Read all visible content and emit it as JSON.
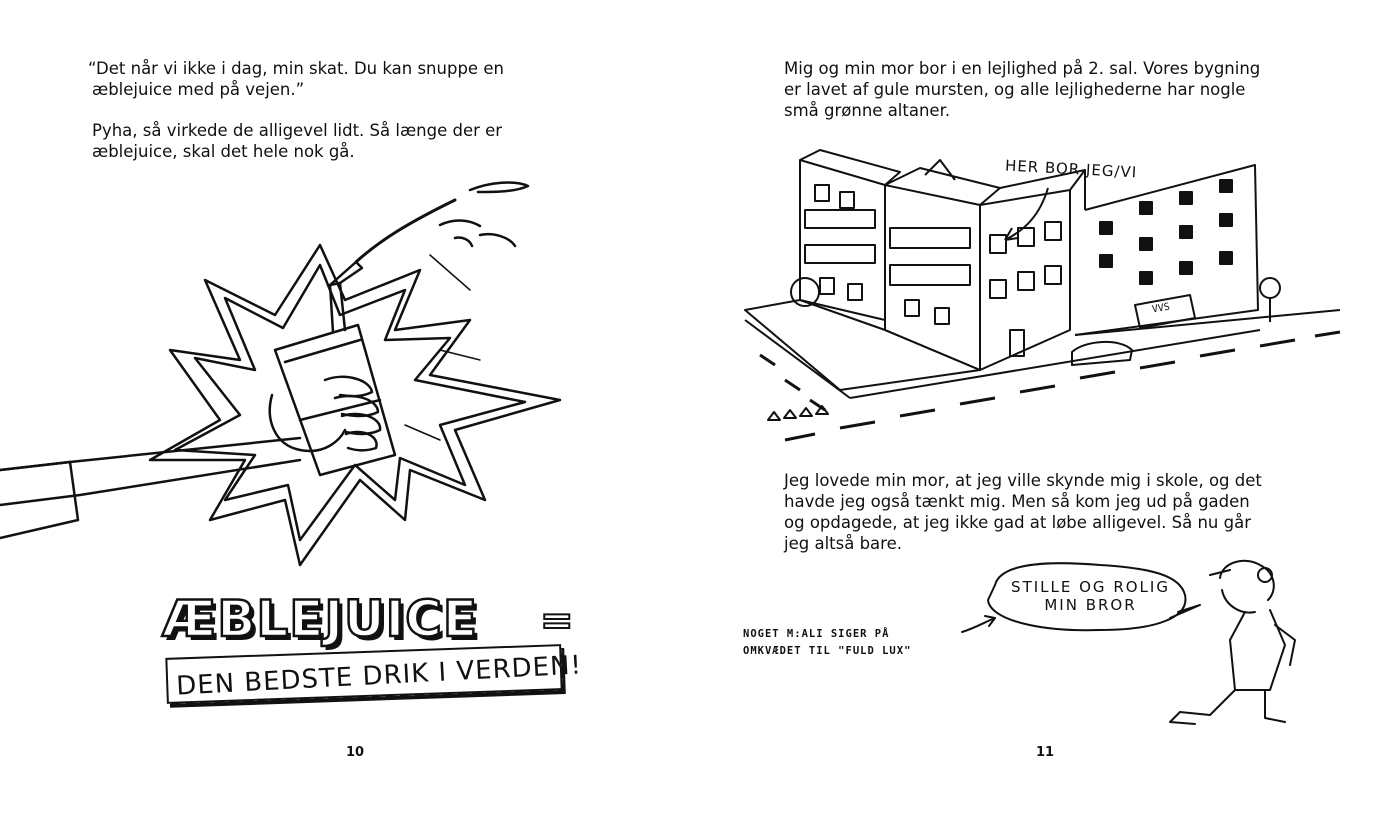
{
  "left_page": {
    "paragraph_1": [
      "“Det når vi ikke i dag, min skat. Du kan snuppe en",
      "æblejuice med på vejen.”"
    ],
    "paragraph_2": [
      "Pyha, så virkede de alligevel lidt. Så længe der er",
      "æblejuice, skal det hele nok gå."
    ],
    "title_word": "ÆBLEJUICE",
    "title_equals": "=",
    "banner_text": "DEN BEDSTE DRIK I VERDEN!",
    "page_number": "10"
  },
  "right_page": {
    "paragraph_1": [
      "Mig og min mor bor i en lejlighed på 2. sal. Vores bygning",
      "er lavet af gule mursten, og alle lejlighederne har nogle",
      "små grønne altaner."
    ],
    "building_label": "HER BOR JEG/VI",
    "van_label": "VVS",
    "paragraph_2": [
      "Jeg lovede min mor, at jeg ville skynde mig i skole, og det",
      "havde jeg også tænkt mig. Men så kom jeg ud på gaden",
      "og opdagede, at jeg ikke gad at løbe alligevel. Så nu går",
      "jeg altså bare."
    ],
    "speech_bubble": [
      "STILLE OG ROLIG",
      "MIN BROR"
    ],
    "side_note": [
      "NOGET M:ALI SIGER PÅ",
      "OMKVÆDET TIL \"FULD LUX\""
    ],
    "page_number": "11"
  }
}
